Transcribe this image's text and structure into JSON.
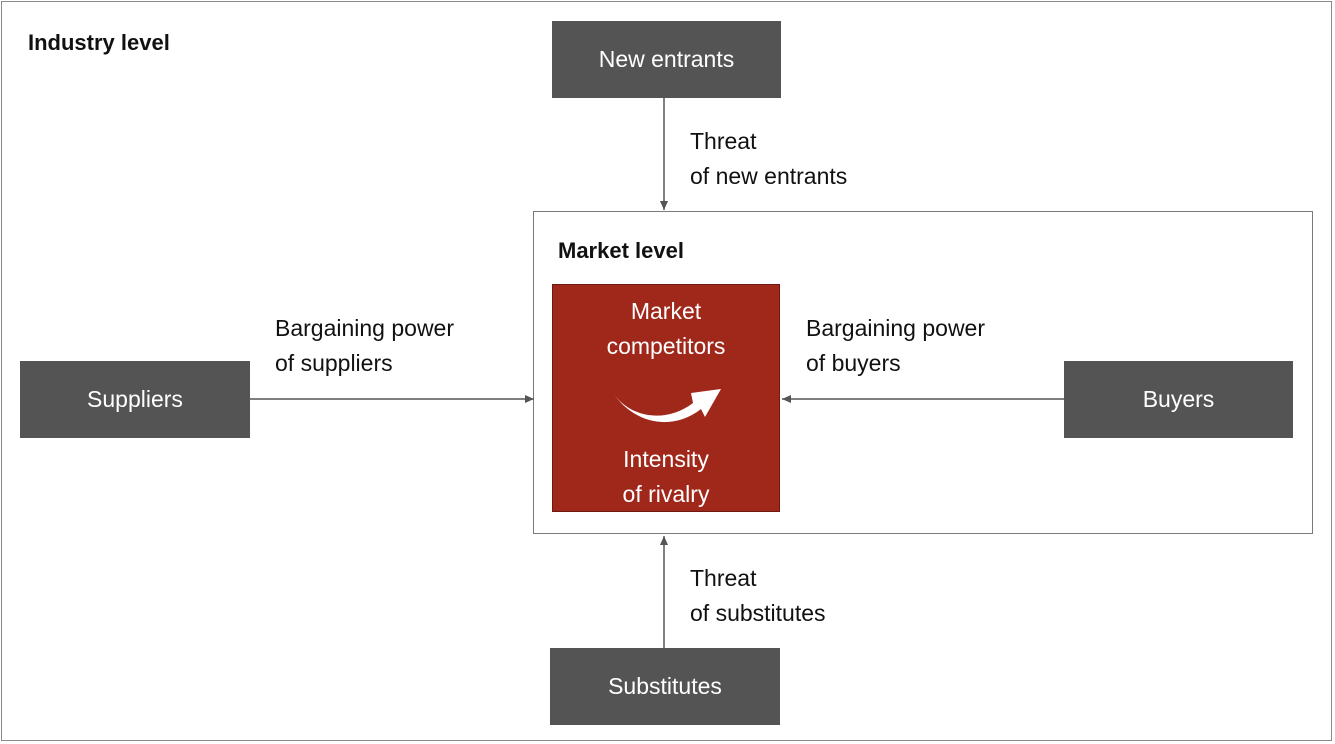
{
  "industry": {
    "title": "Industry level"
  },
  "market": {
    "title": "Market level",
    "core": {
      "heading_line1": "Market",
      "heading_line2": "competitors",
      "footer_line1": "Intensity",
      "footer_line2": "of rivalry",
      "icon": "curved-arrow-icon",
      "color": "#a0281b"
    }
  },
  "forces": {
    "new_entrants": {
      "label": "New entrants",
      "relation_line1": "Threat",
      "relation_line2": "of new entrants"
    },
    "suppliers": {
      "label": "Suppliers",
      "relation_line1": "Bargaining power",
      "relation_line2": "of suppliers"
    },
    "buyers": {
      "label": "Buyers",
      "relation_line1": "Bargaining power",
      "relation_line2": "of buyers"
    },
    "substitutes": {
      "label": "Substitutes",
      "relation_line1": "Threat",
      "relation_line2": "of substitutes"
    }
  },
  "colors": {
    "node": "#545454",
    "core": "#a0281b",
    "connector": "#555555"
  }
}
